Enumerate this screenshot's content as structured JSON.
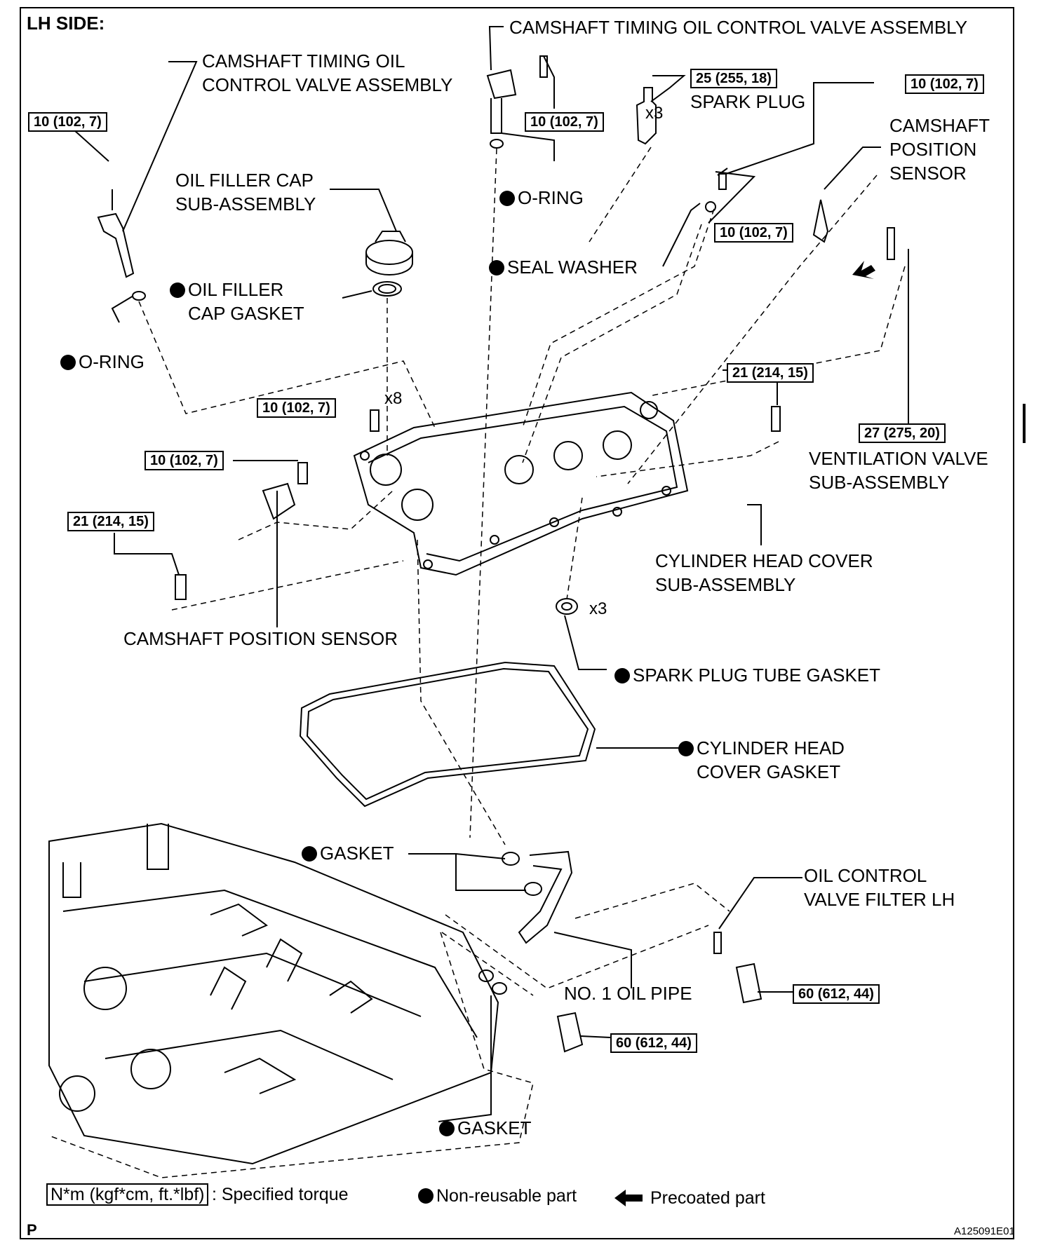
{
  "title": "LH SIDE:",
  "labels": {
    "cam_ocv_left": "CAMSHAFT TIMING OIL\nCONTROL VALVE ASSEMBLY",
    "cam_ocv_top": "CAMSHAFT TIMING OIL CONTROL VALVE ASSEMBLY",
    "oil_filler_cap": "OIL FILLER CAP\nSUB-ASSEMBLY",
    "oil_filler_cap_gasket": "OIL FILLER\nCAP GASKET",
    "o_ring_left": "O-RING",
    "o_ring_top": "O-RING",
    "spark_plug": "SPARK PLUG",
    "seal_washer": "SEAL WASHER",
    "cam_pos_sensor_right": "CAMSHAFT\nPOSITION\nSENSOR",
    "ventilation_valve": "VENTILATION VALVE\nSUB-ASSEMBLY",
    "cylinder_head_cover": "CYLINDER HEAD COVER\nSUB-ASSEMBLY",
    "cam_pos_sensor_left": "CAMSHAFT POSITION SENSOR",
    "spark_plug_tube_gasket": "SPARK PLUG TUBE GASKET",
    "cylinder_head_cover_gasket": "CYLINDER HEAD\nCOVER GASKET",
    "gasket_upper": "GASKET",
    "gasket_lower": "GASKET",
    "oil_control_valve_filter": "OIL CONTROL\nVALVE FILTER LH",
    "no1_oil_pipe": "NO. 1 OIL PIPE"
  },
  "torques": {
    "t1": "10 (102, 7)",
    "t2": "10 (102, 7)",
    "t3": "25 (255, 18)",
    "t4": "10 (102, 7)",
    "t5": "10 (102, 7)",
    "t6": "21 (214, 15)",
    "t7": "27 (275, 20)",
    "t8": "10 (102, 7)",
    "t9": "10 (102, 7)",
    "t10": "21 (214, 15)",
    "t11": "60 (612, 44)",
    "t12": "60 (612, 44)"
  },
  "multipliers": {
    "m1": "x3",
    "m2": "x8",
    "m3": "x3"
  },
  "legend": {
    "torque_unit": "N*m (kgf*cm, ft.*lbf)",
    "torque_text": ": Specified torque",
    "non_reusable": "Non-reusable part",
    "precoated": "Precoated part"
  },
  "footer": {
    "page_mark": "P",
    "figure_code": "A125091E01"
  }
}
